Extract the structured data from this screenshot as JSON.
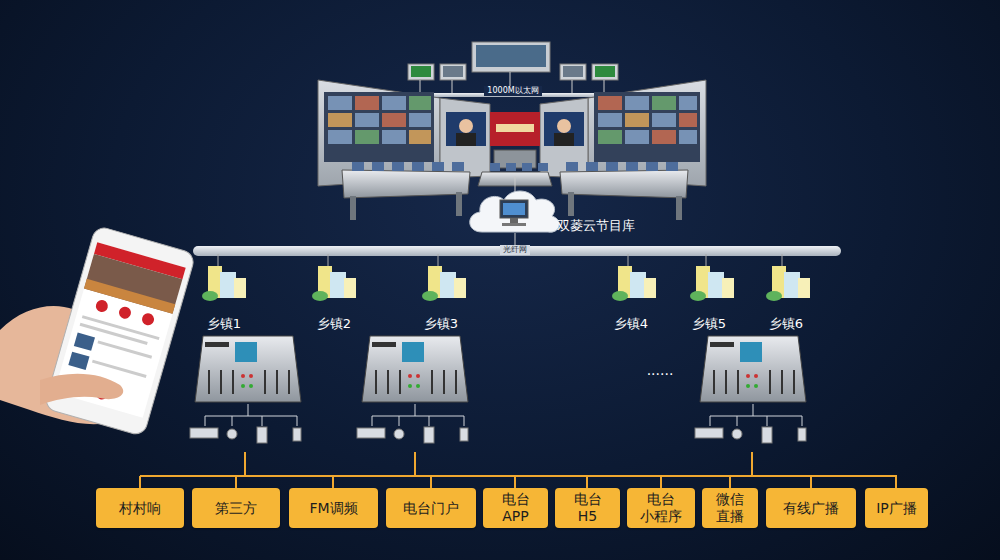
{
  "diagram": {
    "nodes": [
      {
        "text": [
          "村村响"
        ]
      },
      {
        "text": [
          "第三方"
        ]
      },
      {
        "text": [
          "FM调频"
        ]
      },
      {
        "text": [
          "电台门户"
        ]
      },
      {
        "text": [
          "电台 APP"
        ]
      },
      {
        "text": [
          "电台 H5"
        ]
      },
      {
        "text": [
          "电台 小程序"
        ]
      },
      {
        "text": [
          "微信 直播"
        ]
      },
      {
        "text": [
          "有线广播"
        ]
      },
      {
        "text": [
          "IP广播"
        ]
      }
    ],
    "labels": [
      "1000M以太网",
      "双菱云节目库",
      "光纤网",
      "乡镇1",
      "乡镇2",
      "乡镇3",
      "乡镇4",
      "乡镇5",
      "乡镇6",
      "......"
    ]
  }
}
